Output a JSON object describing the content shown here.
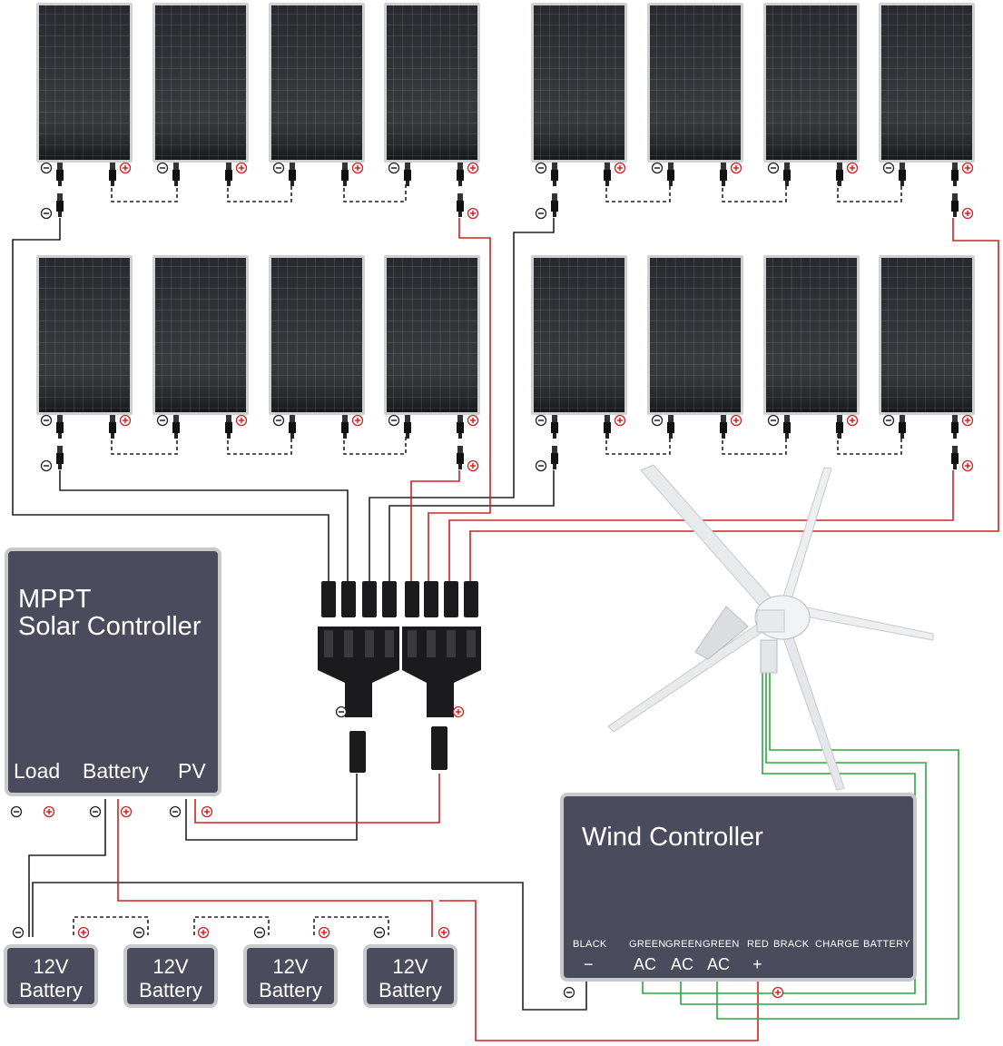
{
  "solar_controller": {
    "title_line1": "MPPT",
    "title_line2": "Solar Controller",
    "terminals": [
      "Load",
      "Battery",
      "PV"
    ]
  },
  "wind_controller": {
    "title": "Wind Controller",
    "terminal_labels": [
      "BLACK",
      "GREEN",
      "GREEN",
      "GREEN",
      "RED",
      "BRACK",
      "CHARGE",
      "BATTERY"
    ],
    "terminal_symbols": [
      "−",
      "AC",
      "AC",
      "AC",
      "+"
    ]
  },
  "batteries": [
    {
      "line1": "12V",
      "line2": "Battery"
    },
    {
      "line1": "12V",
      "line2": "Battery"
    },
    {
      "line1": "12V",
      "line2": "Battery"
    },
    {
      "line1": "12V",
      "line2": "Battery"
    }
  ],
  "symbols": {
    "negative": "⊖",
    "positive": "⊕"
  },
  "colors": {
    "controller_fill": "#4a4b5c",
    "positive_wire": "#d42020",
    "negative_wire": "#222222",
    "ac_wire": "#2aa83a",
    "panel": "#1e1f24"
  }
}
